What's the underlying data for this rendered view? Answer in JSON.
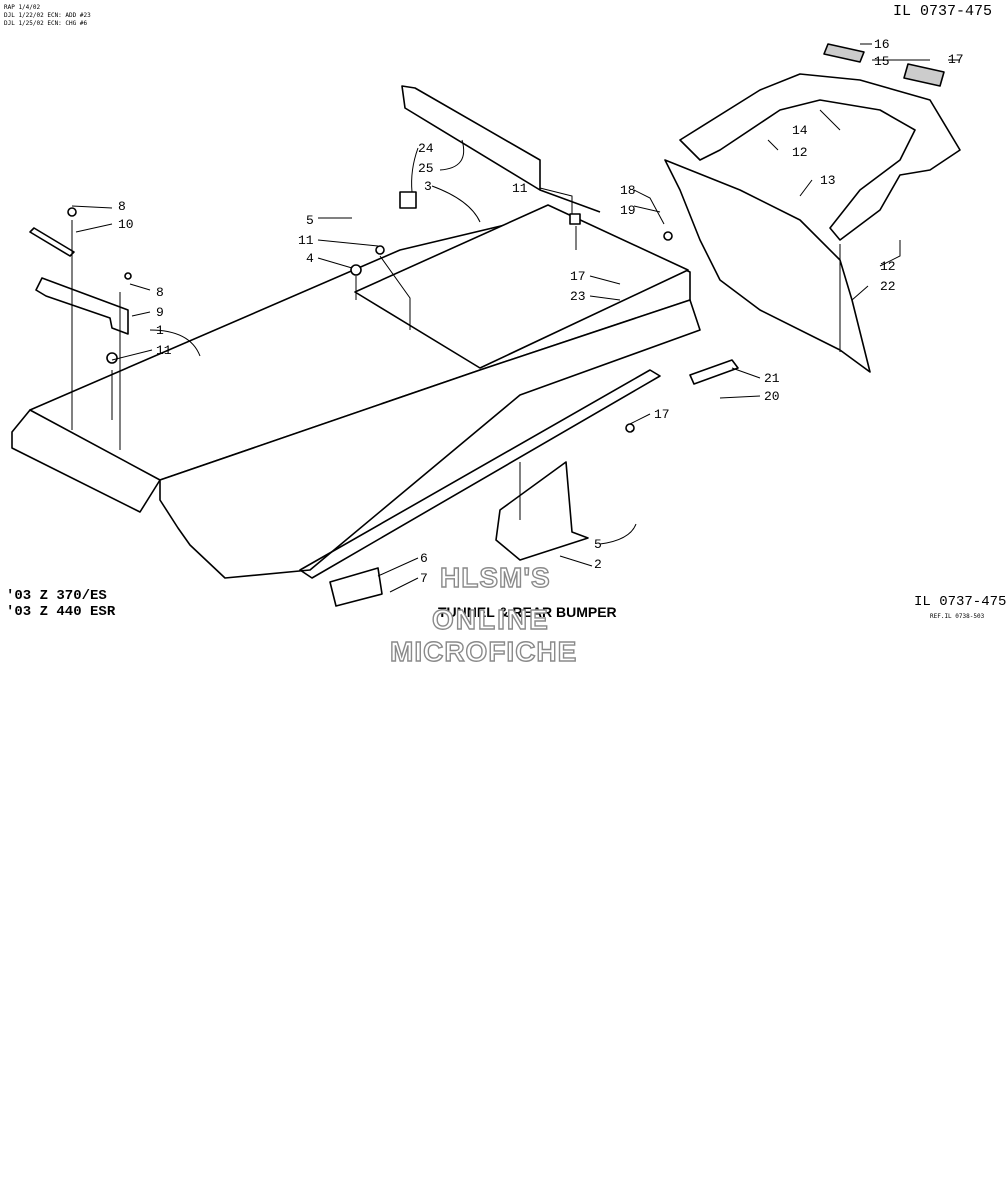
{
  "header": {
    "notes": [
      "RAP 1/4/02",
      "DJL 1/22/02 ECN: ADD #23",
      "DJL 1/25/02 ECN: CHG #6"
    ],
    "illustration_id": "IL 0737-475"
  },
  "footer": {
    "models": [
      "'03 Z 370/ES",
      "'03 Z 440 ESR"
    ],
    "title": "TUNNEL & REAR BUMPER",
    "illustration_id": "IL 0737-475",
    "reference": "REF.IL 0738-503"
  },
  "watermark": [
    "HLSM'S",
    "ONLINE",
    "MICROFICHE"
  ],
  "callouts": [
    {
      "id": "c16",
      "label": "16"
    },
    {
      "id": "c15",
      "label": "15"
    },
    {
      "id": "c17a",
      "label": "17"
    },
    {
      "id": "c14",
      "label": "14"
    },
    {
      "id": "c12a",
      "label": "12"
    },
    {
      "id": "c13",
      "label": "13"
    },
    {
      "id": "c12b",
      "label": "12"
    },
    {
      "id": "c22",
      "label": "22"
    },
    {
      "id": "c24",
      "label": "24"
    },
    {
      "id": "c25",
      "label": "25"
    },
    {
      "id": "c3",
      "label": "3"
    },
    {
      "id": "c11a",
      "label": "11"
    },
    {
      "id": "c18",
      "label": "18"
    },
    {
      "id": "c19",
      "label": "19"
    },
    {
      "id": "c17b",
      "label": "17"
    },
    {
      "id": "c23",
      "label": "23"
    },
    {
      "id": "c5a",
      "label": "5"
    },
    {
      "id": "c11b",
      "label": "11"
    },
    {
      "id": "c4",
      "label": "4"
    },
    {
      "id": "c8a",
      "label": "8"
    },
    {
      "id": "c10",
      "label": "10"
    },
    {
      "id": "c8b",
      "label": "8"
    },
    {
      "id": "c9",
      "label": "9"
    },
    {
      "id": "c1",
      "label": "1"
    },
    {
      "id": "c11c",
      "label": "11"
    },
    {
      "id": "c21",
      "label": "21"
    },
    {
      "id": "c20",
      "label": "20"
    },
    {
      "id": "c17c",
      "label": "17"
    },
    {
      "id": "c5b",
      "label": "5"
    },
    {
      "id": "c2",
      "label": "2"
    },
    {
      "id": "c6",
      "label": "6"
    },
    {
      "id": "c7",
      "label": "7"
    }
  ]
}
